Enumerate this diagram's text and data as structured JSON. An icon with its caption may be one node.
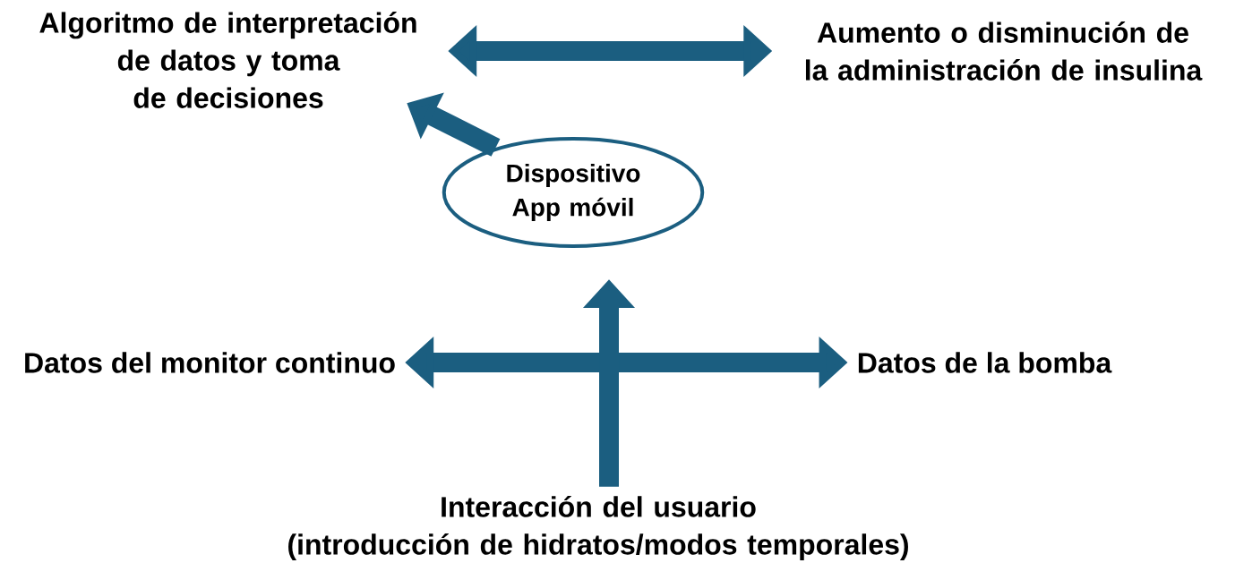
{
  "diagram": {
    "nodes": [
      {
        "text": [
          "Algoritmo de interpretación de datos y toma de decisiones"
        ]
      },
      {
        "text": [
          "Aumento o disminución de la administración de insulina"
        ]
      },
      {
        "text": [
          "Dispositivo App móvil"
        ]
      },
      {
        "text": [
          "Datos del monitor continuo"
        ]
      },
      {
        "text": [
          "Datos de la bomba"
        ]
      },
      {
        "text": [
          "Interacción del usuario",
          "(introducción de hidratos/modos temporales)"
        ]
      }
    ],
    "edges": [
      {
        "from": 0,
        "to": 1,
        "arrow": "both"
      },
      {
        "from": 2,
        "to": 0,
        "arrow": "to"
      },
      {
        "from": 3,
        "to": 4,
        "arrow": "both"
      },
      {
        "from": 5,
        "to": 2,
        "arrow": "to"
      }
    ]
  }
}
